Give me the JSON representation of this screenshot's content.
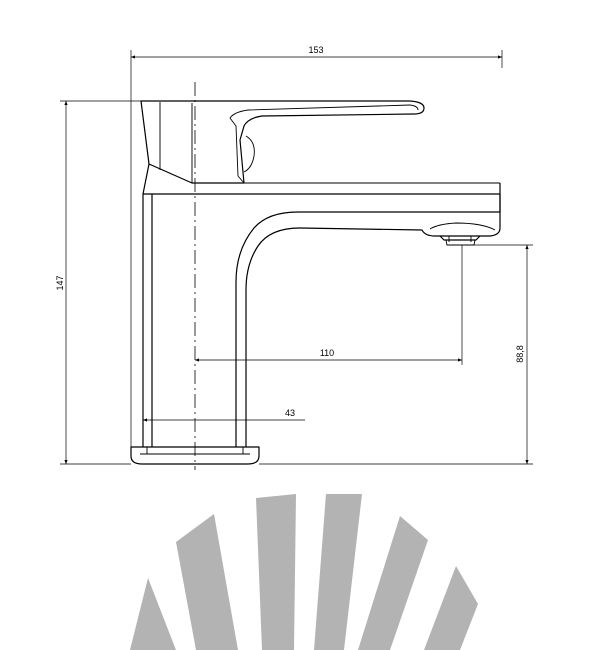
{
  "dimensions": {
    "overall_width": "153",
    "overall_height": "147",
    "spout_reach": "110",
    "base_offset": "43",
    "outlet_height": "88,8"
  },
  "colors": {
    "line": "#000000",
    "watermark": "#b3b3b3",
    "background": "#ffffff"
  }
}
